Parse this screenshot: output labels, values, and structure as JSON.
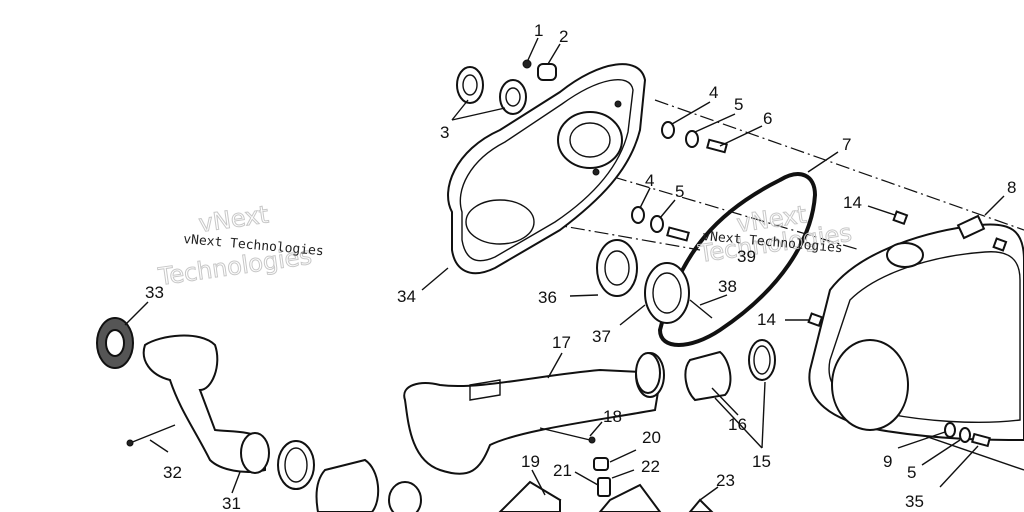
{
  "watermarks": [
    {
      "text": "vNext Technologies"
    },
    {
      "text": "vNext Technologies"
    }
  ],
  "callouts": [
    "1",
    "2",
    "3",
    "4",
    "5",
    "6",
    "7",
    "8",
    "14",
    "4",
    "5",
    "39",
    "38",
    "34",
    "36",
    "37",
    "14",
    "33",
    "17",
    "18",
    "16",
    "15",
    "20",
    "19",
    "21",
    "22",
    "23",
    "9",
    "5",
    "35",
    "32",
    "31"
  ]
}
